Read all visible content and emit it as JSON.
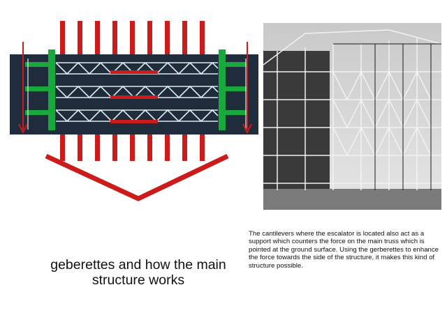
{
  "caption": {
    "line1": "geberettes and how the main",
    "line2": "structure works"
  },
  "description": {
    "text": "The cantilevers where the escalator is located also act as a support which counters the force on the main truss which is pointed at the ground surface. Using the gerberettes to enhance the force towards the side of the structure, it makes this kind of structure possible."
  },
  "colors": {
    "force": "#cc1b1b",
    "gerberette": "#19a83e",
    "panel": "#1e2c3c",
    "truss": "#e6eaee"
  }
}
